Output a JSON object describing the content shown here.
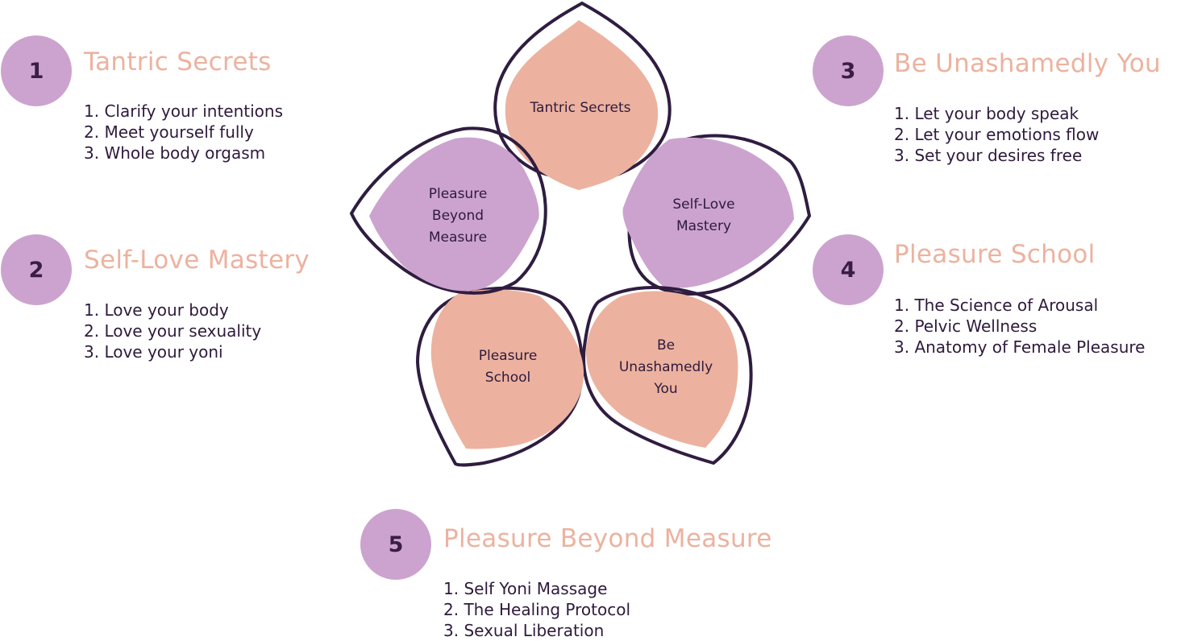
{
  "colors": {
    "peach": "#ecb29f",
    "lavender": "#cca3cf",
    "outline": "#2f1d40",
    "text": "#2f1a3c"
  },
  "modules": [
    {
      "number": "1",
      "title": "Tantric Secrets",
      "items": [
        "1. Clarify your intentions",
        "2. Meet yourself fully",
        "3. Whole body orgasm"
      ]
    },
    {
      "number": "2",
      "title": "Self-Love Mastery",
      "items": [
        "1. Love your body",
        "2. Love your sexuality",
        "3. Love your yoni"
      ]
    },
    {
      "number": "3",
      "title": "Be Unashamedly You",
      "items": [
        "1. Let your body speak",
        "2. Let your emotions flow",
        "3. Set your desires free"
      ]
    },
    {
      "number": "4",
      "title": "Pleasure School",
      "items": [
        "1. The Science of Arousal",
        "2. Pelvic Wellness",
        "3. Anatomy of Female Pleasure"
      ]
    },
    {
      "number": "5",
      "title": "Pleasure Beyond Measure",
      "items": [
        "1. Self Yoni Massage",
        "2. The Healing Protocol",
        "3. Sexual Liberation"
      ]
    }
  ],
  "petals": {
    "top": {
      "lines": [
        "Tantric Secrets"
      ]
    },
    "right": {
      "lines": [
        "Self-Love",
        "Mastery"
      ]
    },
    "bottom_right": {
      "lines": [
        "Be",
        "Unashamedly",
        "You"
      ]
    },
    "bottom_left": {
      "lines": [
        "Pleasure",
        "School"
      ]
    },
    "left": {
      "lines": [
        "Pleasure",
        "Beyond",
        "Measure"
      ]
    }
  }
}
